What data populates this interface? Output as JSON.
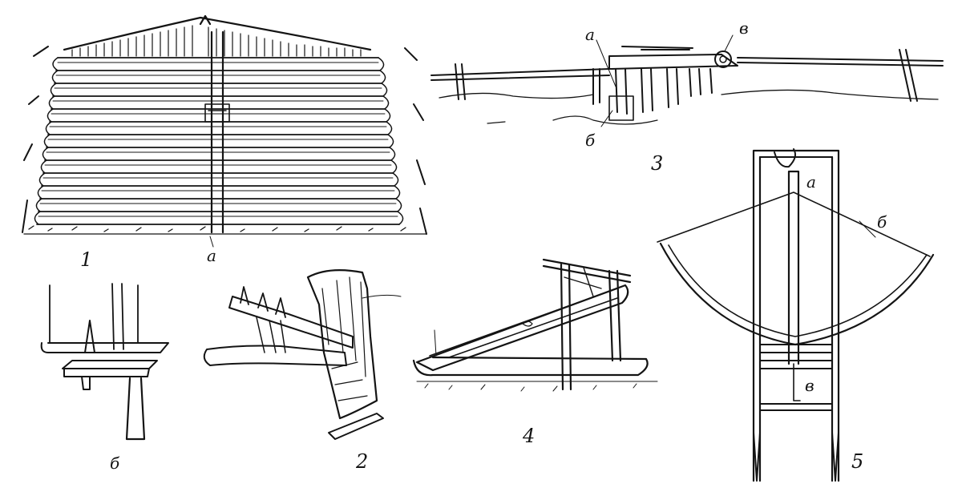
{
  "figures": [
    {
      "number": "1",
      "parts": [
        "а",
        "б"
      ]
    },
    {
      "number": "2",
      "parts": []
    },
    {
      "number": "3",
      "parts": [
        "а",
        "б",
        "в"
      ]
    },
    {
      "number": "4",
      "parts": []
    },
    {
      "number": "5",
      "parts": [
        "а",
        "б",
        "в"
      ]
    }
  ],
  "colors": {
    "ink": "#141414",
    "background": "#ffffff"
  }
}
